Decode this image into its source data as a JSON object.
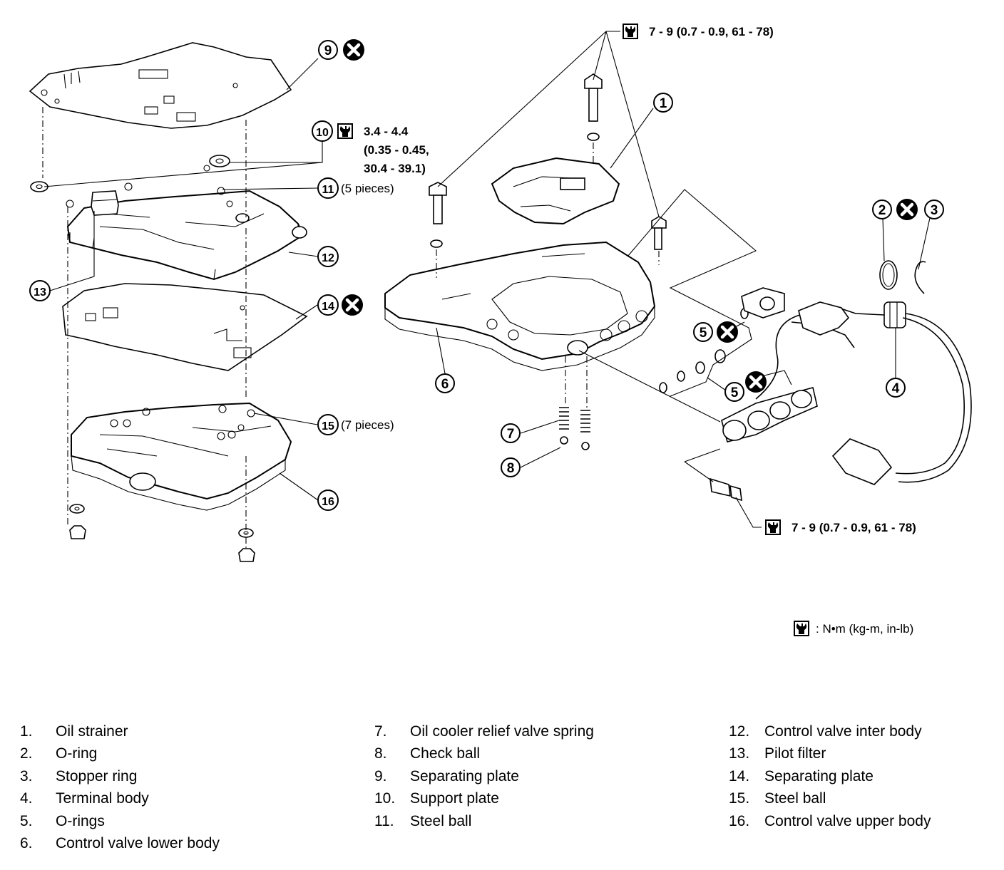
{
  "callouts": {
    "c1": "1",
    "c2": "2",
    "c3": "3",
    "c4": "4",
    "c5a": "5",
    "c5b": "5",
    "c6": "6",
    "c7": "7",
    "c8": "8",
    "c9": "9",
    "c10": "10",
    "c11": "11",
    "c12": "12",
    "c13": "13",
    "c14": "14",
    "c15": "15",
    "c16": "16"
  },
  "notes": {
    "pieces_11": "(5 pieces)",
    "pieces_15": "(7 pieces)"
  },
  "torque": {
    "support_plate": [
      "3.4 - 4.4",
      "(0.35 - 0.45,",
      "30.4 - 39.1)"
    ],
    "bolts_top": "7 - 9 (0.7 - 0.9, 61 - 78)",
    "bolt_bottom": "7 - 9 (0.7 - 0.9, 61 - 78)"
  },
  "units_legend": ": N•m (kg-m, in-lb)",
  "icons": {
    "torque": "torque-wrench-icon",
    "replace": "do-not-reuse-x-icon"
  },
  "parts_list": [
    [
      {
        "num": "1.",
        "name": "Oil strainer"
      },
      {
        "num": "2.",
        "name": "O-ring"
      },
      {
        "num": "3.",
        "name": "Stopper ring"
      },
      {
        "num": "4.",
        "name": "Terminal body"
      },
      {
        "num": "5.",
        "name": "O-rings"
      },
      {
        "num": "6.",
        "name": "Control valve lower body"
      }
    ],
    [
      {
        "num": "7.",
        "name": "Oil cooler relief valve spring"
      },
      {
        "num": "8.",
        "name": "Check ball"
      },
      {
        "num": "9.",
        "name": "Separating plate"
      },
      {
        "num": "10.",
        "name": "Support plate"
      },
      {
        "num": "11.",
        "name": "Steel ball"
      }
    ],
    [
      {
        "num": "12.",
        "name": "Control valve inter body"
      },
      {
        "num": "13.",
        "name": "Pilot filter"
      },
      {
        "num": "14.",
        "name": "Separating plate"
      },
      {
        "num": "15.",
        "name": "Steel ball"
      },
      {
        "num": "16.",
        "name": "Control valve upper body"
      }
    ]
  ]
}
